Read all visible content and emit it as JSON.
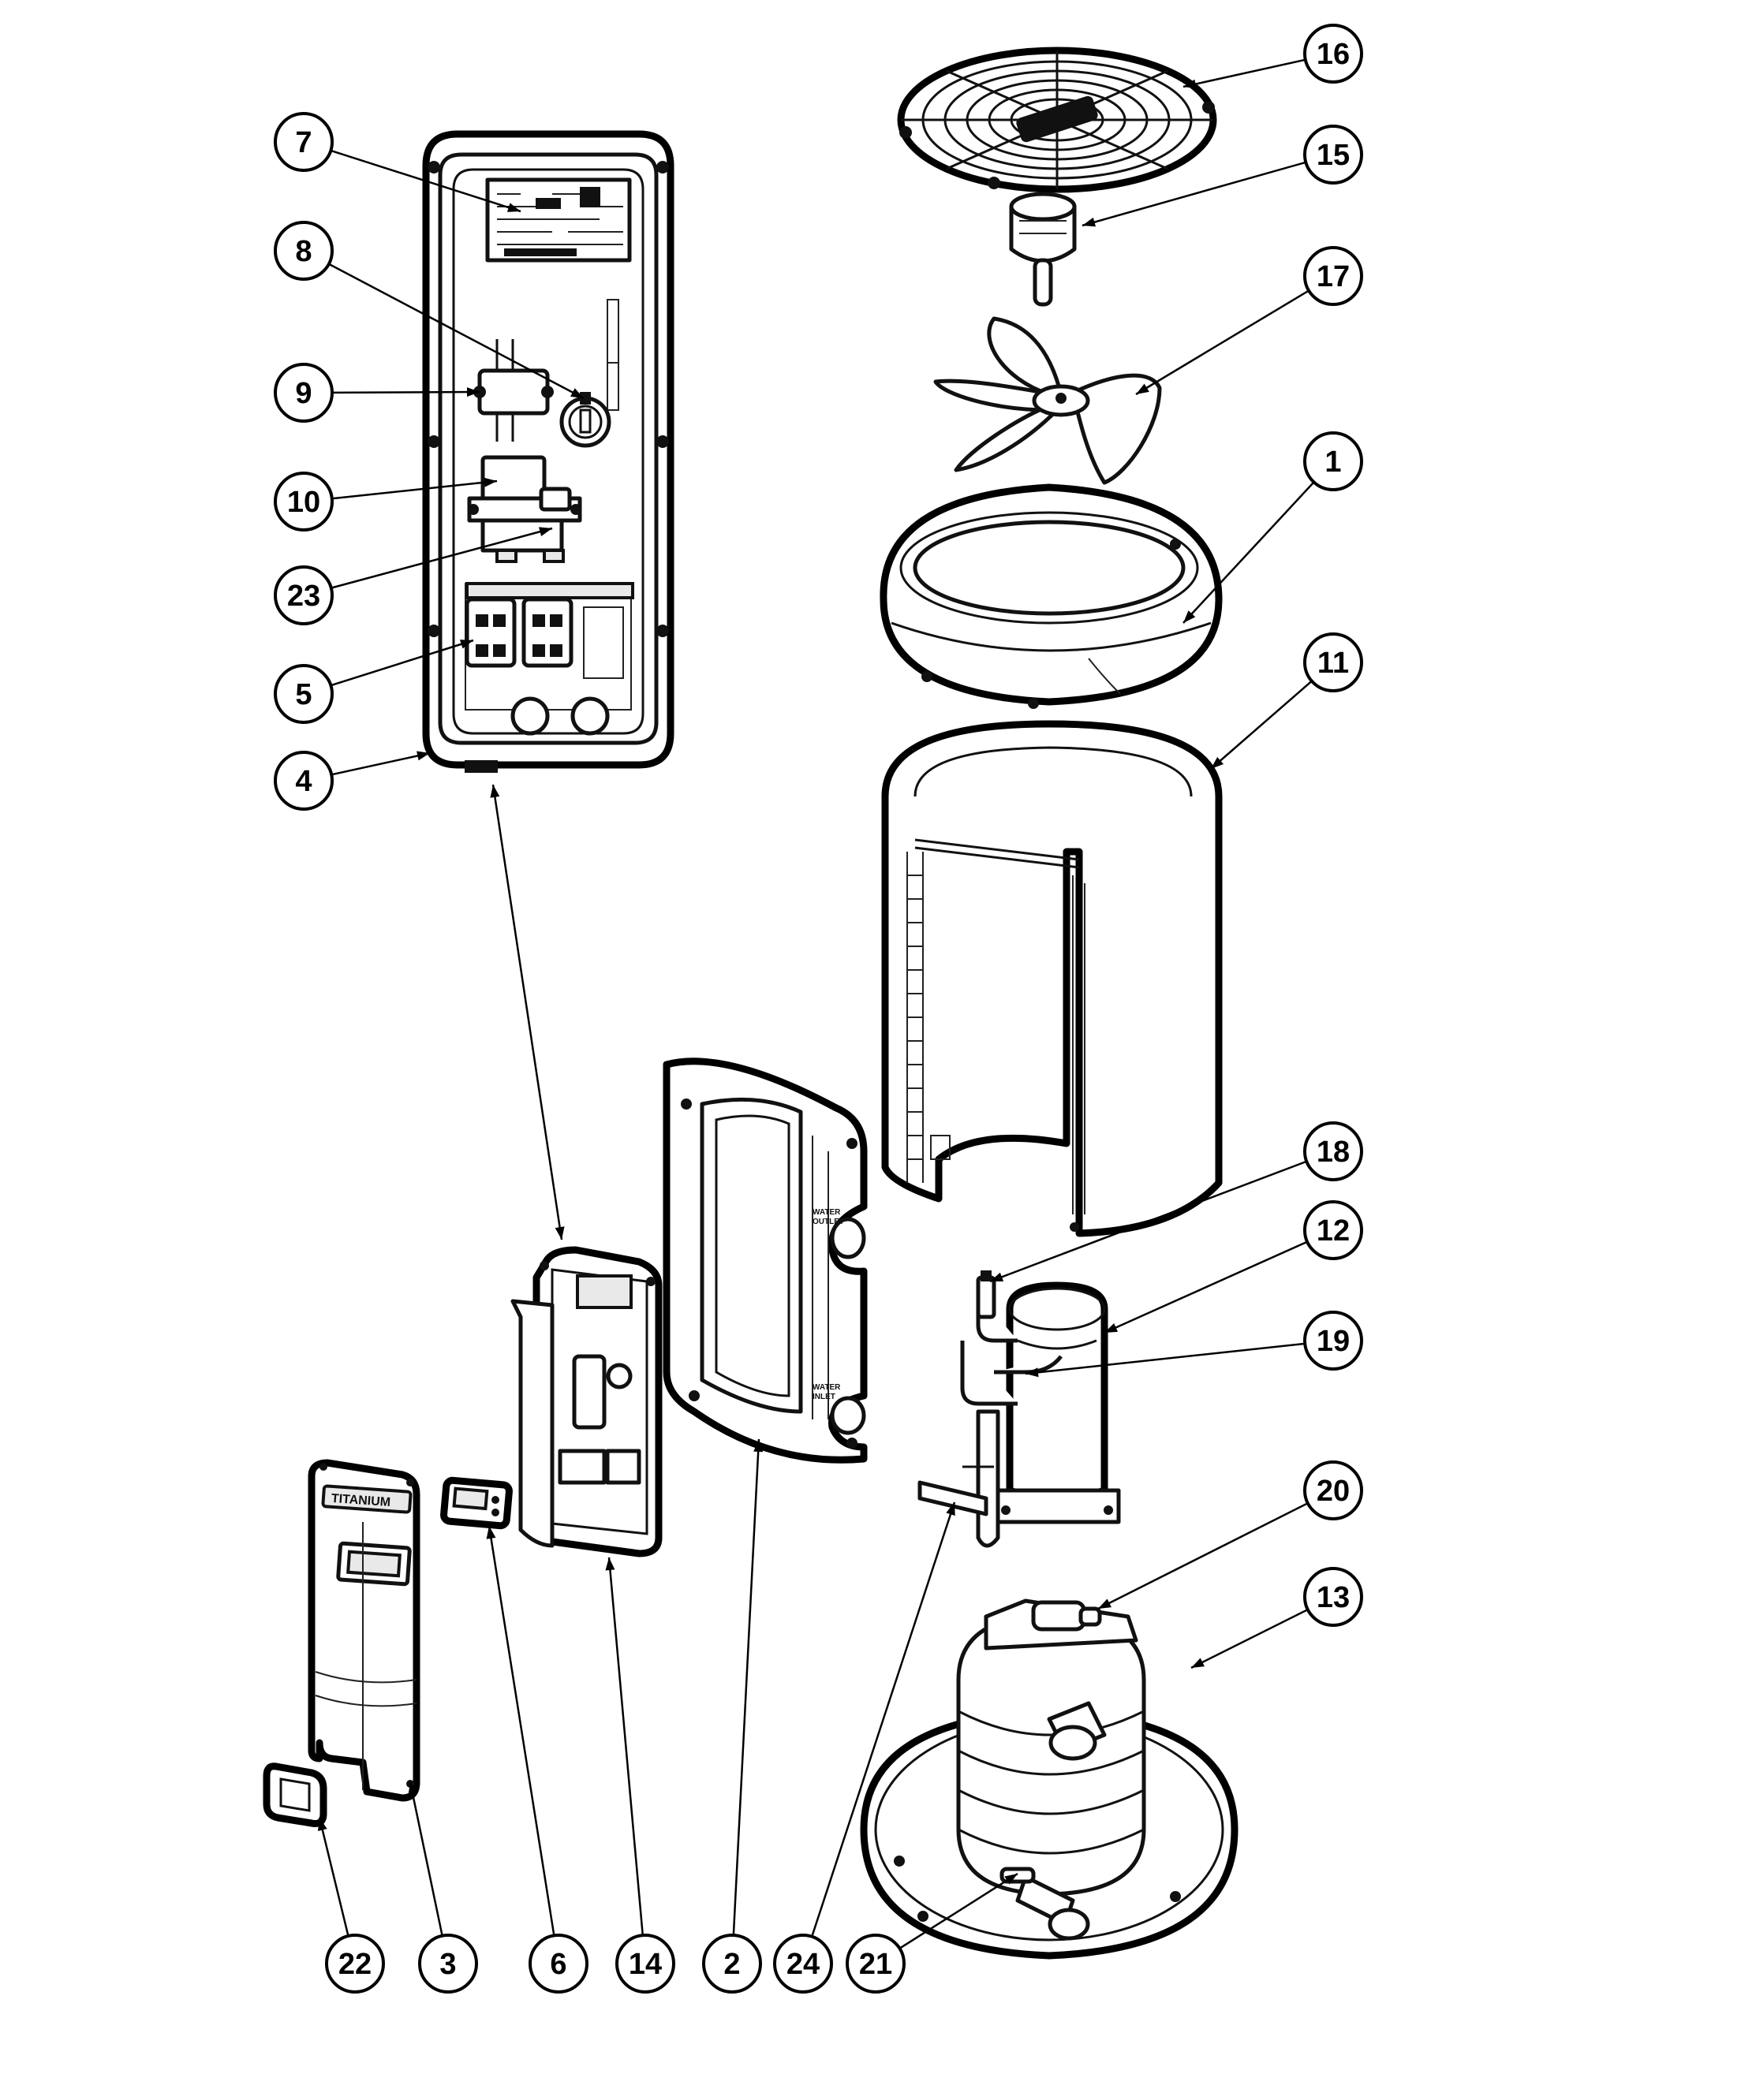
{
  "accent_color": "#000000",
  "panel_labels": {
    "water_outlet": [
      "WATER",
      "OUTLET"
    ],
    "water_inlet": [
      "WATER",
      "INLET"
    ],
    "brand": "TITANIUM"
  },
  "callouts": [
    {
      "label": "16",
      "part": "fan-guard"
    },
    {
      "label": "15",
      "part": "fan-motor"
    },
    {
      "label": "17",
      "part": "fan-blade"
    },
    {
      "label": "1",
      "part": "top-cover"
    },
    {
      "label": "11",
      "part": "evaporator-coil"
    },
    {
      "label": "18",
      "part": "service-valve"
    },
    {
      "label": "12",
      "part": "compressor"
    },
    {
      "label": "19",
      "part": "refrigerant-line"
    },
    {
      "label": "20",
      "part": "pressure-switch"
    },
    {
      "label": "13",
      "part": "base-and-heat-exchanger"
    },
    {
      "label": "7",
      "part": "control-board"
    },
    {
      "label": "8",
      "part": "pressure-switch-panel"
    },
    {
      "label": "9",
      "part": "relay"
    },
    {
      "label": "10",
      "part": "capacitor"
    },
    {
      "label": "23",
      "part": "transformer"
    },
    {
      "label": "5",
      "part": "contactor"
    },
    {
      "label": "4",
      "part": "electrical-enclosure"
    },
    {
      "label": "22",
      "part": "bezel"
    },
    {
      "label": "3",
      "part": "front-access-panel"
    },
    {
      "label": "6",
      "part": "display-control"
    },
    {
      "label": "14",
      "part": "control-panel-assembly"
    },
    {
      "label": "2",
      "part": "side-panel"
    },
    {
      "label": "24",
      "part": "drain-fitting"
    },
    {
      "label": "21",
      "part": "water-sensor"
    }
  ]
}
